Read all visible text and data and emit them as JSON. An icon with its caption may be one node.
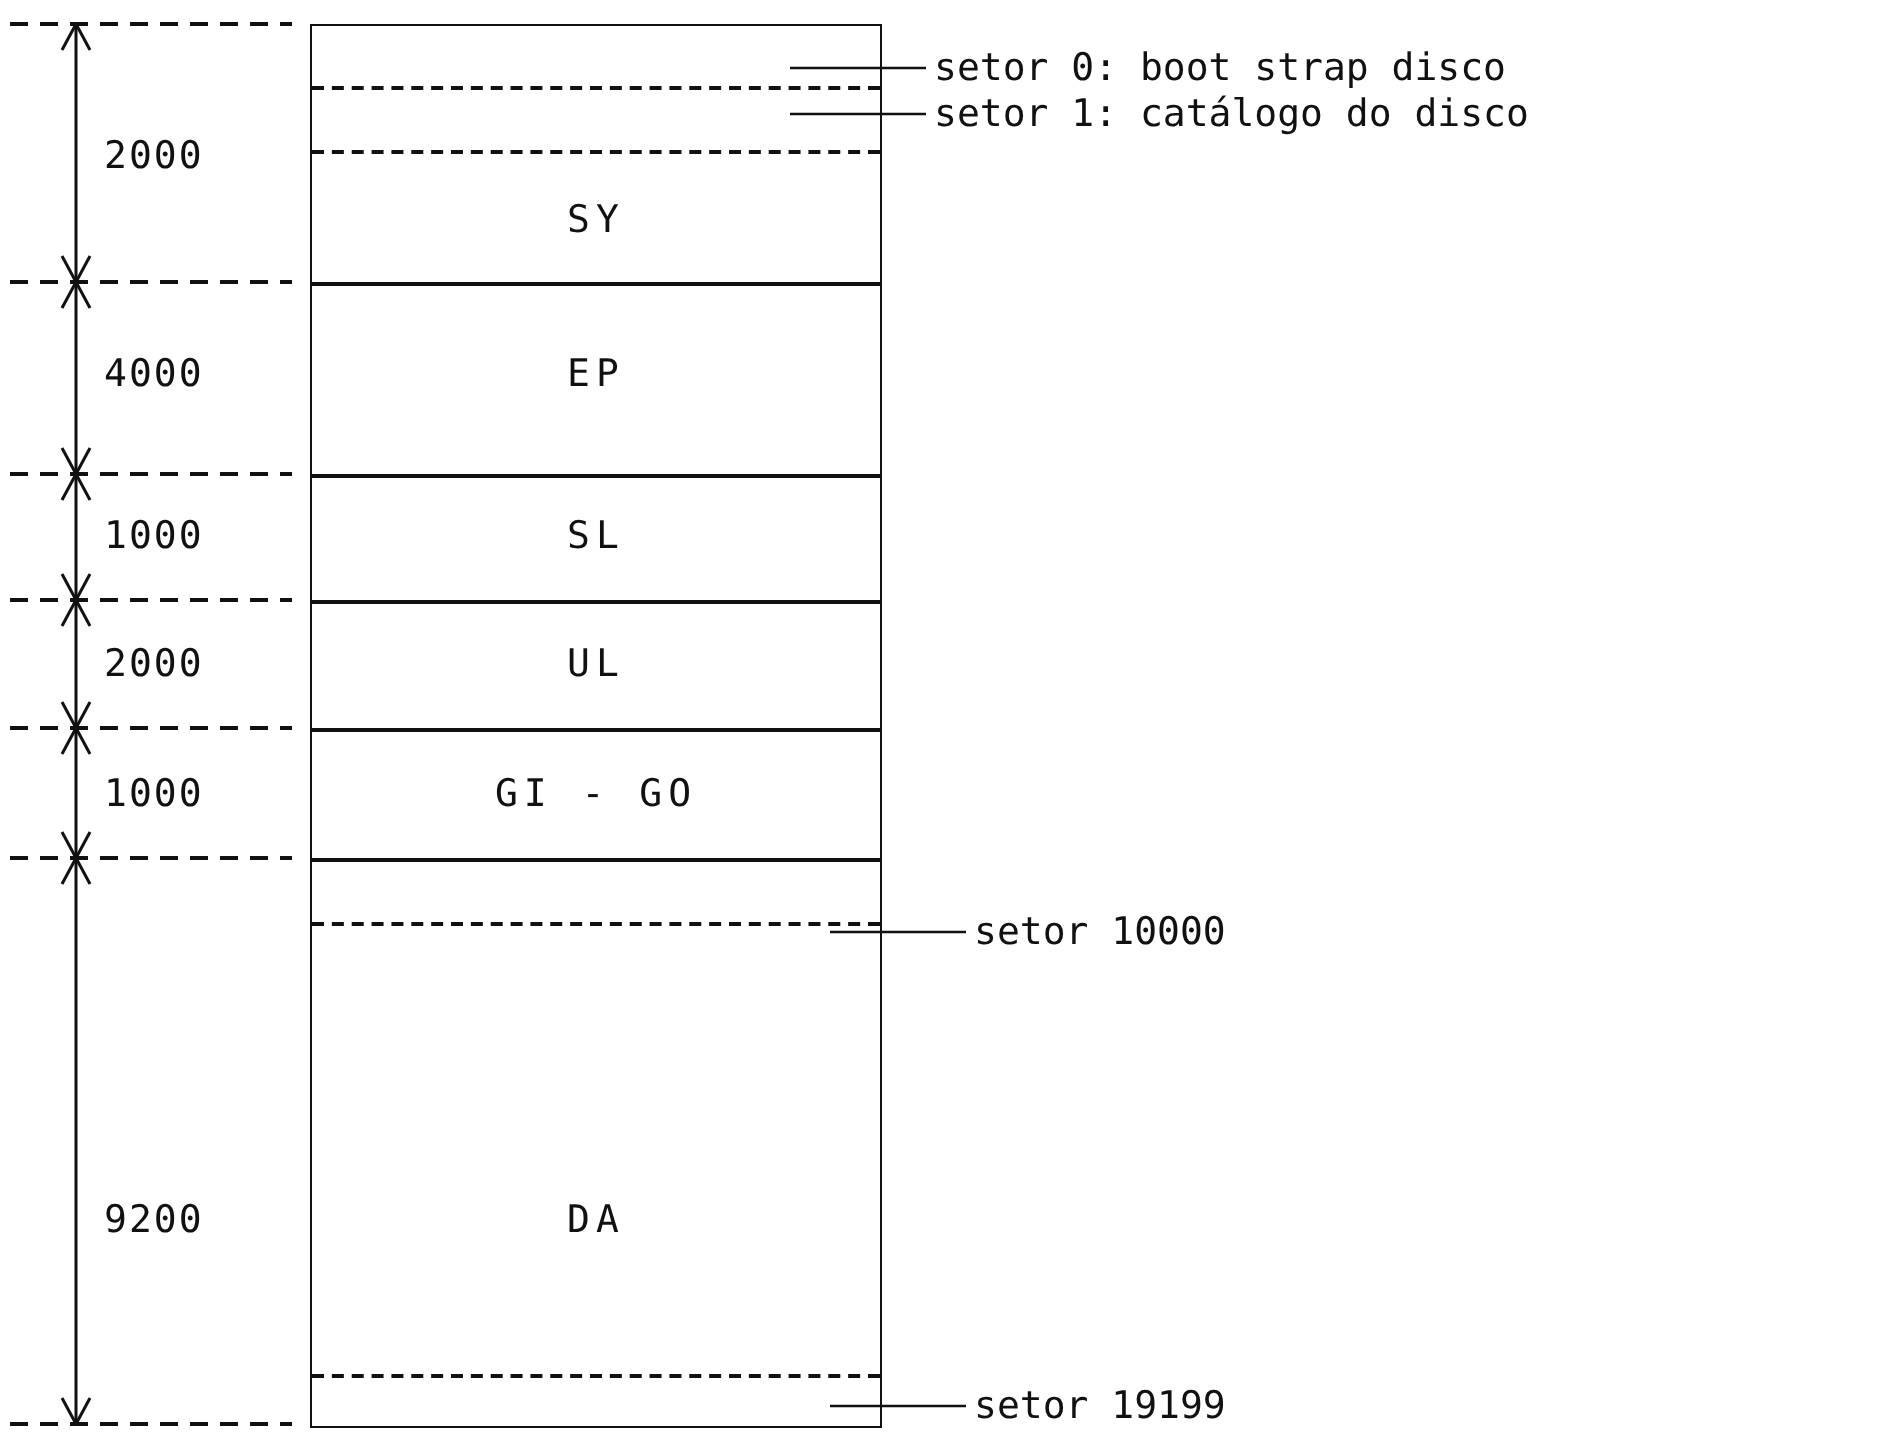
{
  "diagram": {
    "nodes": [
      {
        "text": [
          "SY"
        ]
      },
      {
        "text": [],
        "shape": "box",
        "in": 0
      },
      {
        "text": [],
        "shape": "box",
        "in": 0
      },
      {
        "text": [
          "EP"
        ]
      },
      {
        "text": [
          "SL"
        ]
      },
      {
        "text": [
          "UL"
        ]
      },
      {
        "text": [
          "GI - GO"
        ]
      },
      {
        "text": [
          "DA"
        ]
      },
      {
        "text": [],
        "shape": "box",
        "in": 7
      },
      {
        "text": [],
        "shape": "box",
        "in": 7
      },
      {
        "text": [
          "setor 0: boot strap disco"
        ]
      },
      {
        "text": [
          "setor 1: catálogo do disco"
        ]
      },
      {
        "text": [
          "setor 10000"
        ]
      },
      {
        "text": [
          "setor 19199"
        ]
      }
    ],
    "edges": [
      {
        "from": 10,
        "to": 1,
        "arrow": "none"
      },
      {
        "from": 11,
        "to": 2,
        "arrow": "none"
      },
      {
        "from": 12,
        "to": 8,
        "arrow": "none"
      },
      {
        "from": 13,
        "to": 9,
        "arrow": "none"
      }
    ],
    "labels": [
      "2000",
      "4000",
      "1000",
      "2000",
      "1000",
      "9200"
    ]
  }
}
